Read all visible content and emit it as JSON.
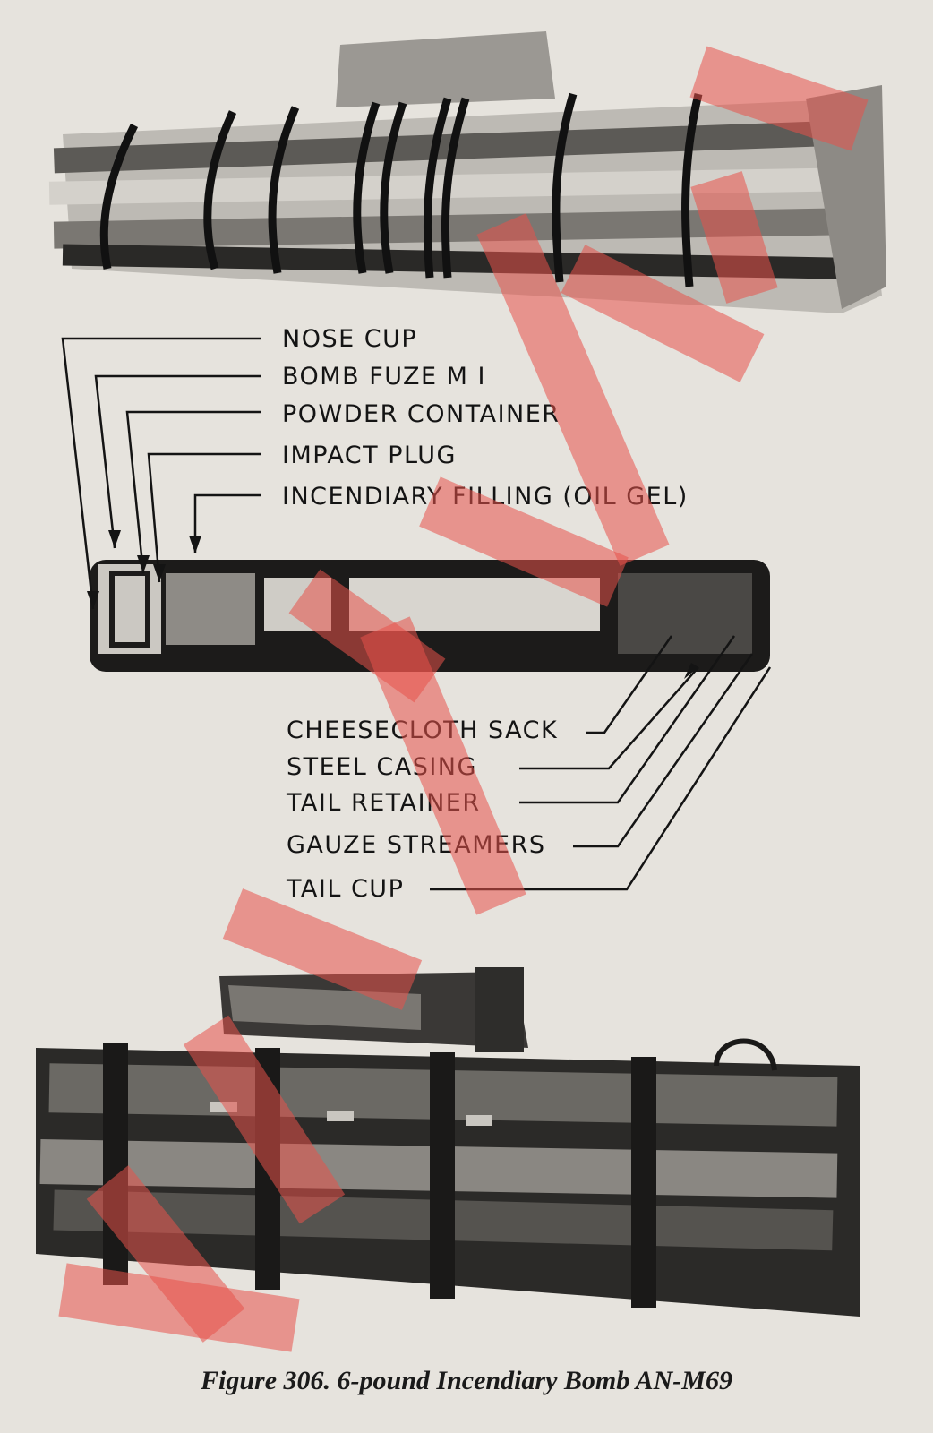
{
  "figure": {
    "caption": "Figure 306.   6-pound Incendiary Bomb AN-M69",
    "top_callouts": [
      {
        "id": "nose-cup",
        "label": "NOSE CUP"
      },
      {
        "id": "bomb-fuze",
        "label": "BOMB FUZE M I"
      },
      {
        "id": "powder-container",
        "label": "POWDER CONTAINER"
      },
      {
        "id": "impact-plug",
        "label": "IMPACT PLUG"
      },
      {
        "id": "incendiary-filling",
        "label": "INCENDIARY FILLING (OIL GEL)"
      }
    ],
    "bottom_callouts": [
      {
        "id": "cheesecloth-sack",
        "label": "CHEESECLOTH SACK"
      },
      {
        "id": "steel-casing",
        "label": "STEEL CASING"
      },
      {
        "id": "tail-retainer",
        "label": "TAIL RETAINER"
      },
      {
        "id": "gauze-streamers",
        "label": "GAUZE STREAMERS"
      },
      {
        "id": "tail-cup",
        "label": "TAIL CUP"
      }
    ]
  },
  "colors": {
    "paper": "#e6e3dd",
    "ink": "#141414",
    "watermark": "#e8524a"
  }
}
